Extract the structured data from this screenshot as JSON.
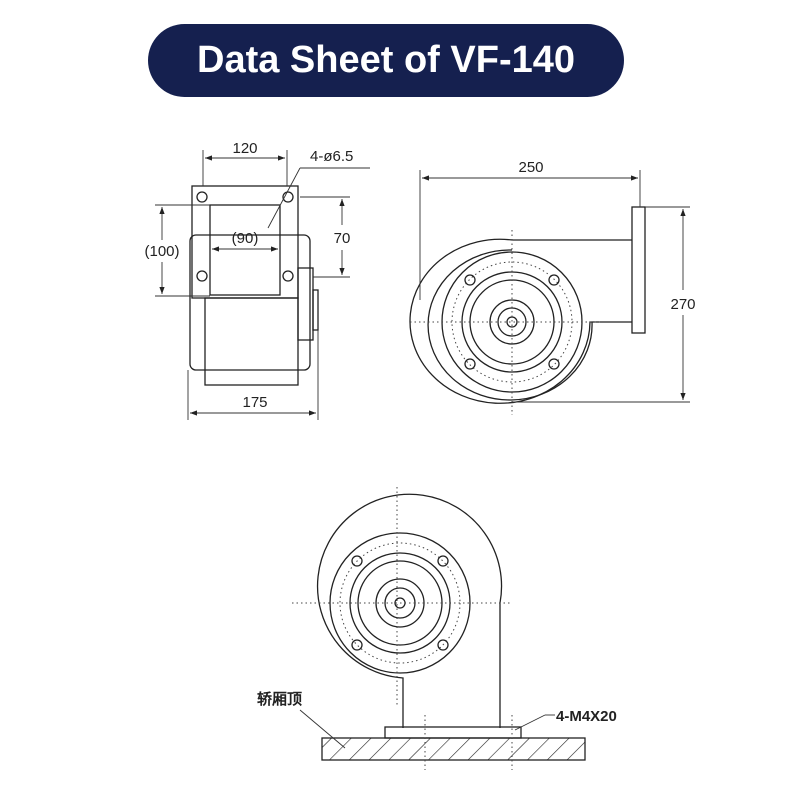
{
  "title": "Data Sheet of VF-140",
  "side_view": {
    "dim_top": "120",
    "dim_holes": "4-ø6.5",
    "dim_left": "(100)",
    "dim_inner": "(90)",
    "dim_right": "70",
    "dim_bottom": "175"
  },
  "front_view": {
    "dim_width": "250",
    "dim_height": "270"
  },
  "mount_view": {
    "label_roof": "轿厢顶",
    "label_screws": "4-M4X20"
  },
  "colors": {
    "title_bg": "#15204f",
    "title_text": "#ffffff",
    "line": "#222222"
  }
}
